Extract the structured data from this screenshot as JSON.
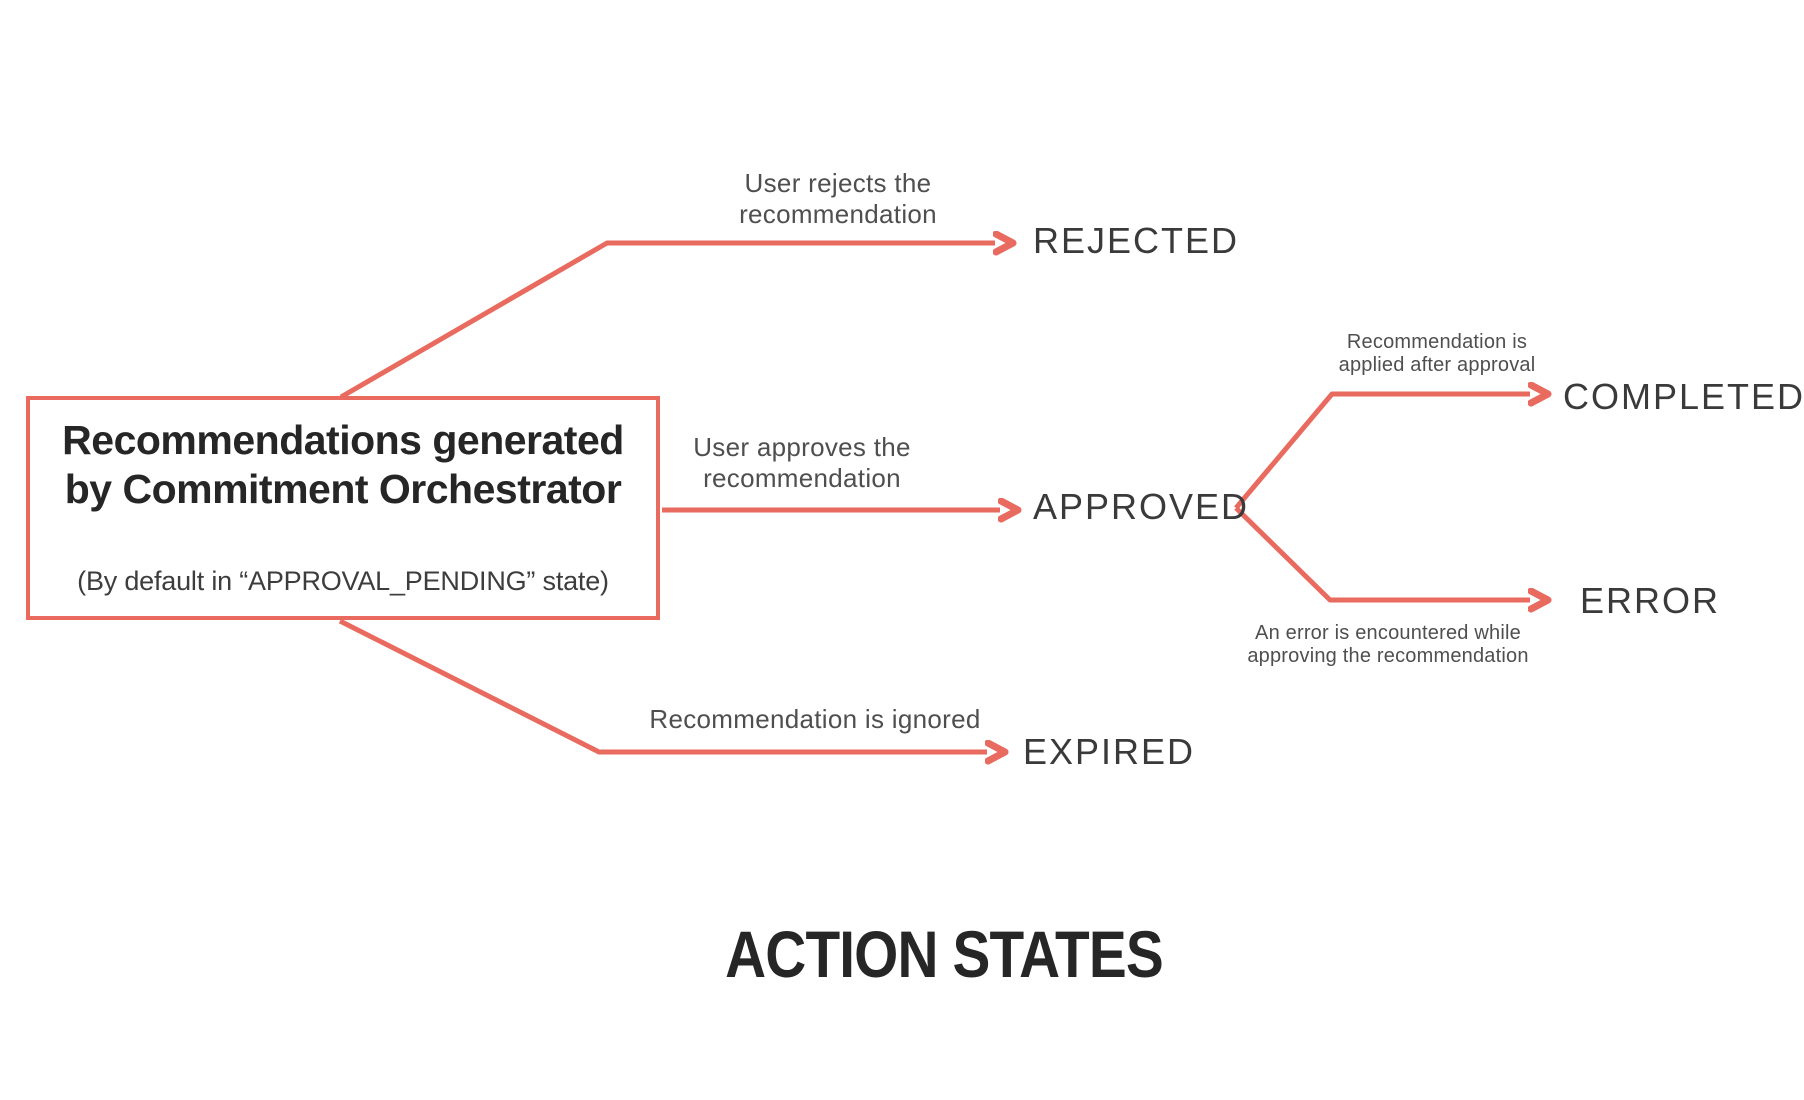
{
  "diagram": {
    "title": "ACTION STATES",
    "source_box": {
      "title_line1": "Recommendations generated",
      "title_line2": "by Commitment Orchestrator",
      "subtitle": "(By default in “APPROVAL_PENDING” state)"
    },
    "states": {
      "rejected": {
        "label": "REJECTED",
        "edge_label_line1": "User rejects the",
        "edge_label_line2": "recommendation"
      },
      "approved": {
        "label": "APPROVED",
        "edge_label_line1": "User approves the",
        "edge_label_line2": "recommendation"
      },
      "completed": {
        "label": "COMPLETED",
        "edge_label_line1": "Recommendation is",
        "edge_label_line2": "applied after approval"
      },
      "error": {
        "label": "ERROR",
        "edge_label_line1": "An error is encountered while",
        "edge_label_line2": "approving the recommendation"
      },
      "expired": {
        "label": "EXPIRED",
        "edge_label": "Recommendation is ignored"
      }
    },
    "colors": {
      "accent": "#e96a5e",
      "heading_text": "#262626",
      "state_text": "#3a3a3a",
      "label_text": "#4f4f4f"
    }
  }
}
